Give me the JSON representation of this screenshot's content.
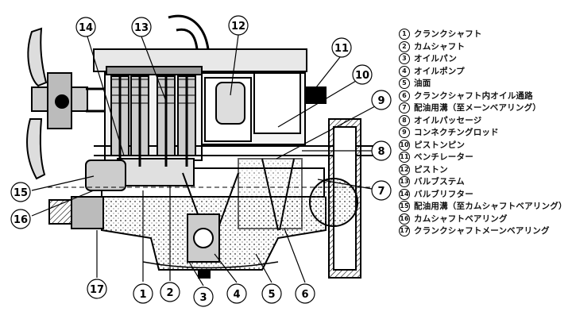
{
  "legend": [
    {
      "num": "1",
      "text": "クランクシャフト"
    },
    {
      "num": "2",
      "text": "カムシャフト"
    },
    {
      "num": "3",
      "text": "オイルパン"
    },
    {
      "num": "4",
      "text": "オイルポンプ"
    },
    {
      "num": "5",
      "text": "油面"
    },
    {
      "num": "6",
      "text": "クランクシャフト内オイル通路"
    },
    {
      "num": "7",
      "text": "配油用溝（至メーンベアリング）"
    },
    {
      "num": "8",
      "text": "オイルパッセージ"
    },
    {
      "num": "9",
      "text": "コンネクチングロッド"
    },
    {
      "num": "10",
      "text": "ピストンピン"
    },
    {
      "num": "11",
      "text": "ベンチレーター"
    },
    {
      "num": "12",
      "text": "ピストン"
    },
    {
      "num": "13",
      "text": "バルブステム"
    },
    {
      "num": "14",
      "text": "バルブリフター"
    },
    {
      "num": "15",
      "text": "配油用溝（至カムシャフトベアリング）"
    },
    {
      "num": "16",
      "text": "カムシャフトベアリング"
    },
    {
      "num": "17",
      "text": "クランクシャフトメーンベアリング"
    }
  ],
  "callouts": [
    "1",
    "2",
    "3",
    "4",
    "5",
    "6",
    "7",
    "8",
    "9",
    "10",
    "11",
    "12",
    "13",
    "14",
    "15",
    "16",
    "17"
  ]
}
